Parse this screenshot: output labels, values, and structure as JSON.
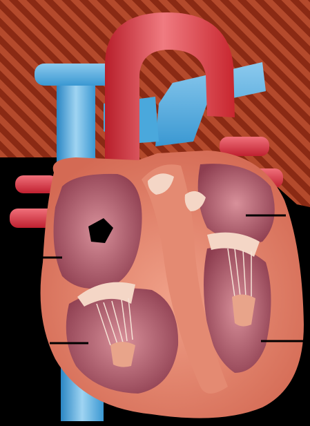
{
  "diagram": {
    "subject": "heart-cross-section",
    "colors": {
      "background": "#000000",
      "stripe_dark": "#8a2a14",
      "stripe_light": "#b44a2c",
      "aorta": "#d8323a",
      "aorta_highlight": "#f07a80",
      "vena_cava": "#4aa8dc",
      "vena_cava_highlight": "#9fd4f2",
      "heart_wall": "#e8826a",
      "heart_wall_dark": "#c45844",
      "chamber_interior": "#a85060",
      "chamber_interior_light": "#d8909a",
      "valve": "#f4d6c6",
      "label_line": "#000000"
    },
    "label_lines": [
      {
        "id": "right-atrium-pointer"
      },
      {
        "id": "right-ventricle-pointer"
      },
      {
        "id": "left-atrium-pointer"
      },
      {
        "id": "left-ventricle-pointer"
      }
    ]
  }
}
